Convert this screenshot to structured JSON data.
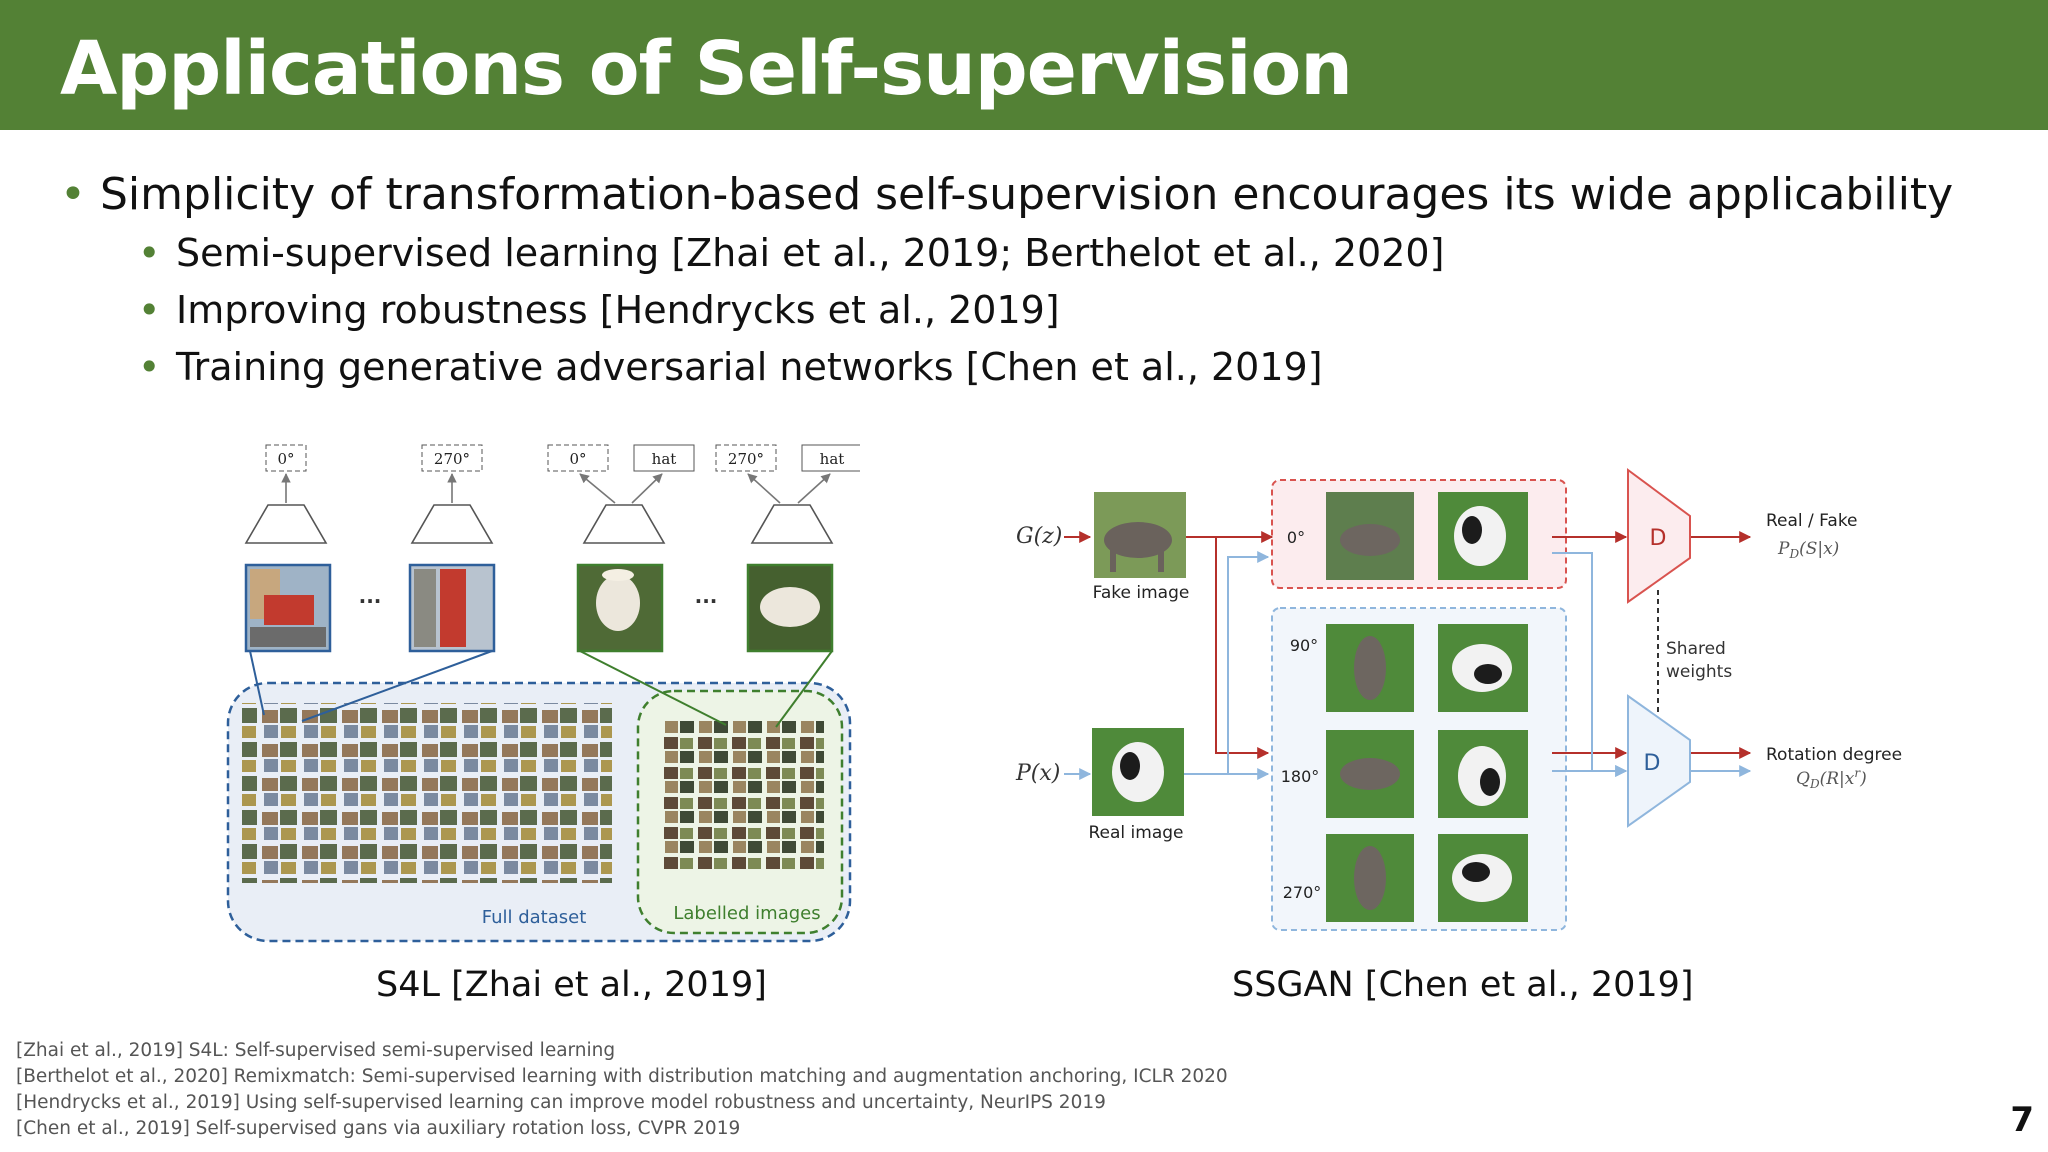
{
  "title": "Applications of Self-supervision",
  "bullet_main": "Simplicity of transformation-based self-supervision encourages its wide applicability",
  "sub_bullets": [
    "Semi-supervised learning [Zhai et al., 2019; Berthelot et al., 2020]",
    "Improving robustness [Hendrycks et al., 2019]",
    "Training generative adversarial networks [Chen et al., 2019]"
  ],
  "s4l": {
    "caption": "S4L [Zhai et al., 2019]",
    "labels": {
      "deg0a": "0°",
      "deg270a": "270°",
      "deg0b": "0°",
      "hat1": "hat",
      "deg270b": "270°",
      "hat2": "hat",
      "dots": "...",
      "full_dataset": "Full dataset",
      "labelled": "Labelled images"
    }
  },
  "ssgan": {
    "caption": "SSGAN [Chen et al., 2019]",
    "labels": {
      "gz": "G(z)",
      "px": "P(x)",
      "fake": "Fake image",
      "real": "Real image",
      "r0": "0°",
      "r90": "90°",
      "r180": "180°",
      "r270": "270°",
      "d": "D",
      "realfake": "Real / Fake",
      "pd": "P",
      "pd_sub": "D",
      "pd_arg": "(S|x)",
      "shared1": "Shared",
      "shared2": "weights",
      "rotdeg": "Rotation degree",
      "qd": "Q",
      "qd_sub": "D",
      "qd_arg": "(R|x",
      "qd_sup": "r",
      "qd_end": ")"
    }
  },
  "references": [
    "[Zhai et al., 2019] S4L: Self-supervised semi-supervised learning",
    "[Berthelot et al., 2020] Remixmatch: Semi-supervised learning with distribution matching and augmentation anchoring, ICLR 2020",
    "[Hendrycks et al., 2019] Using self-supervised learning can improve model robustness and uncertainty, NeurIPS 2019",
    "[Chen et al., 2019] Self-supervised gans via auxiliary rotation loss, CVPR 2019"
  ],
  "page_number": "7",
  "colors": {
    "banner": "#538135",
    "s4l_blue": "#2e5f9a",
    "s4l_green": "#3f7f2e",
    "gan_red": "#b5302b",
    "gan_blue": "#8fb6dd"
  }
}
